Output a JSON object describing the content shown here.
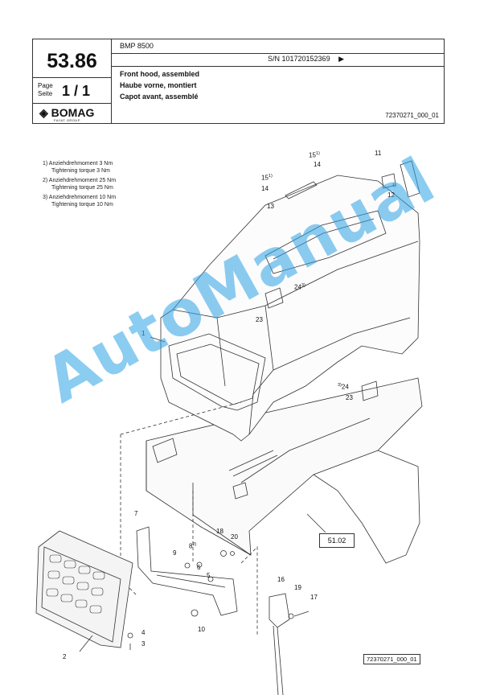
{
  "header": {
    "page_ref": "53.86",
    "page_label": "Page",
    "seite_label": "Seite",
    "page_number": "1 / 1",
    "brand": "BOMAG",
    "brand_sub": "FAYAT GROUP",
    "model": "BMP 8500",
    "serial": "S/N 101720152369",
    "serial_arrow": "▶",
    "title_en": "Front hood, assembled",
    "title_de": "Haube vorne, montiert",
    "title_fr": "Capot avant, assemblé",
    "doc_ref": "72370271_000_01"
  },
  "notes": [
    {
      "id": "1)",
      "de": "Anziehdrehmoment 3 Nm",
      "en": "Tightening torque 3 Nm"
    },
    {
      "id": "2)",
      "de": "Anziehdrehmoment 25 Nm",
      "en": "Tightening torque 25 Nm"
    },
    {
      "id": "3)",
      "de": "Anziehdrehmoment 10 Nm",
      "en": "Tightening torque 10 Nm"
    }
  ],
  "callouts": [
    "1",
    "2",
    "3",
    "4",
    "5",
    "6",
    "7",
    "8",
    "9",
    "10",
    "11",
    "12",
    "13",
    "14",
    "14",
    "15",
    "15",
    "16",
    "17",
    "18",
    "19",
    "20",
    "23",
    "23",
    "24",
    "24"
  ],
  "ref_box": "51.02",
  "bottom_ref": "72370271_000_01",
  "watermark": "AutoManual",
  "colors": {
    "watermark": "#2ea3e6",
    "line": "#333333"
  }
}
